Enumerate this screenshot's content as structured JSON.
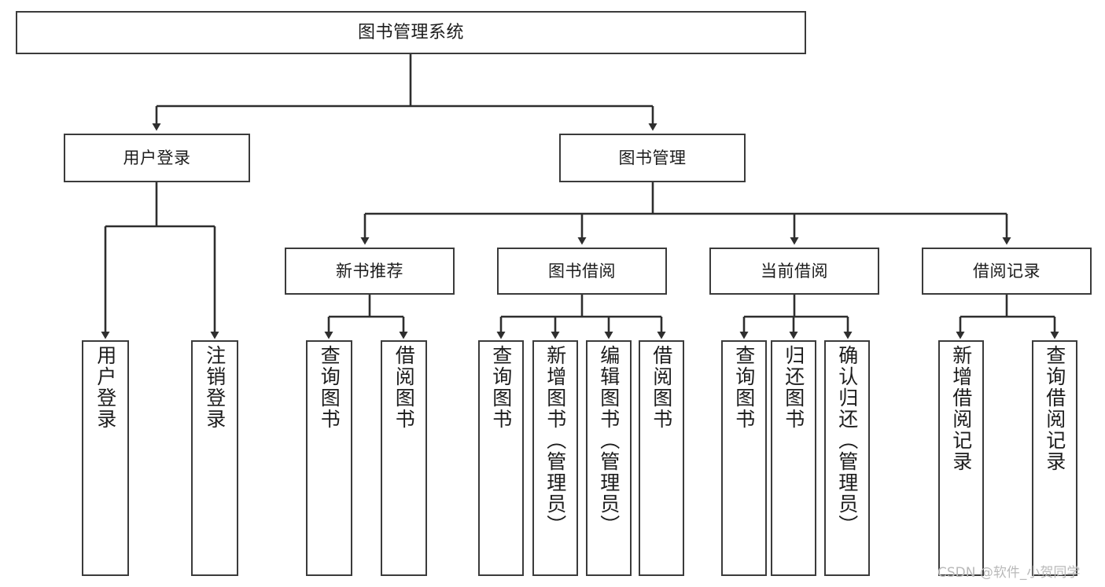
{
  "diagram": {
    "type": "tree-hierarchy",
    "title": "图书管理系统",
    "orientation": "top-down",
    "levels": 4,
    "root": {
      "id": "root",
      "label": "图书管理系统"
    },
    "level2": [
      {
        "id": "user-login",
        "label": "用户登录"
      },
      {
        "id": "book-manage",
        "label": "图书管理"
      }
    ],
    "level3": [
      {
        "id": "new-book-rec",
        "label": "新书推荐"
      },
      {
        "id": "book-borrow",
        "label": "图书借阅"
      },
      {
        "id": "current-borrow",
        "label": "当前借阅"
      },
      {
        "id": "borrow-record",
        "label": "借阅记录"
      }
    ],
    "leaves": {
      "user_login": [
        {
          "id": "leaf-user-login",
          "label": "用户登录"
        },
        {
          "id": "leaf-logout",
          "label": "注销登录"
        }
      ],
      "new_book_rec": [
        {
          "id": "leaf-query-book-1",
          "label": "查询图书"
        },
        {
          "id": "leaf-borrow-book-1",
          "label": "借阅图书"
        }
      ],
      "book_borrow": [
        {
          "id": "leaf-query-book-2",
          "label": "查询图书"
        },
        {
          "id": "leaf-add-book",
          "label": "新增图书（管理员）"
        },
        {
          "id": "leaf-edit-book",
          "label": "编辑图书（管理员）"
        },
        {
          "id": "leaf-borrow-book-2",
          "label": "借阅图书"
        }
      ],
      "current_borrow": [
        {
          "id": "leaf-query-book-3",
          "label": "查询图书"
        },
        {
          "id": "leaf-return-book",
          "label": "归还图书"
        },
        {
          "id": "leaf-confirm-return",
          "label": "确认归还（管理员）"
        }
      ],
      "borrow_record": [
        {
          "id": "leaf-add-record",
          "label": "新增借阅记录"
        },
        {
          "id": "leaf-query-record",
          "label": "查询借阅记录"
        }
      ]
    }
  },
  "watermark": {
    "text": "CSDN @软件_小贺同学"
  },
  "colors": {
    "stroke": "#3b3b3b",
    "background": "#ffffff",
    "text": "#1c1c1c",
    "watermark": "#b9b9b9"
  }
}
